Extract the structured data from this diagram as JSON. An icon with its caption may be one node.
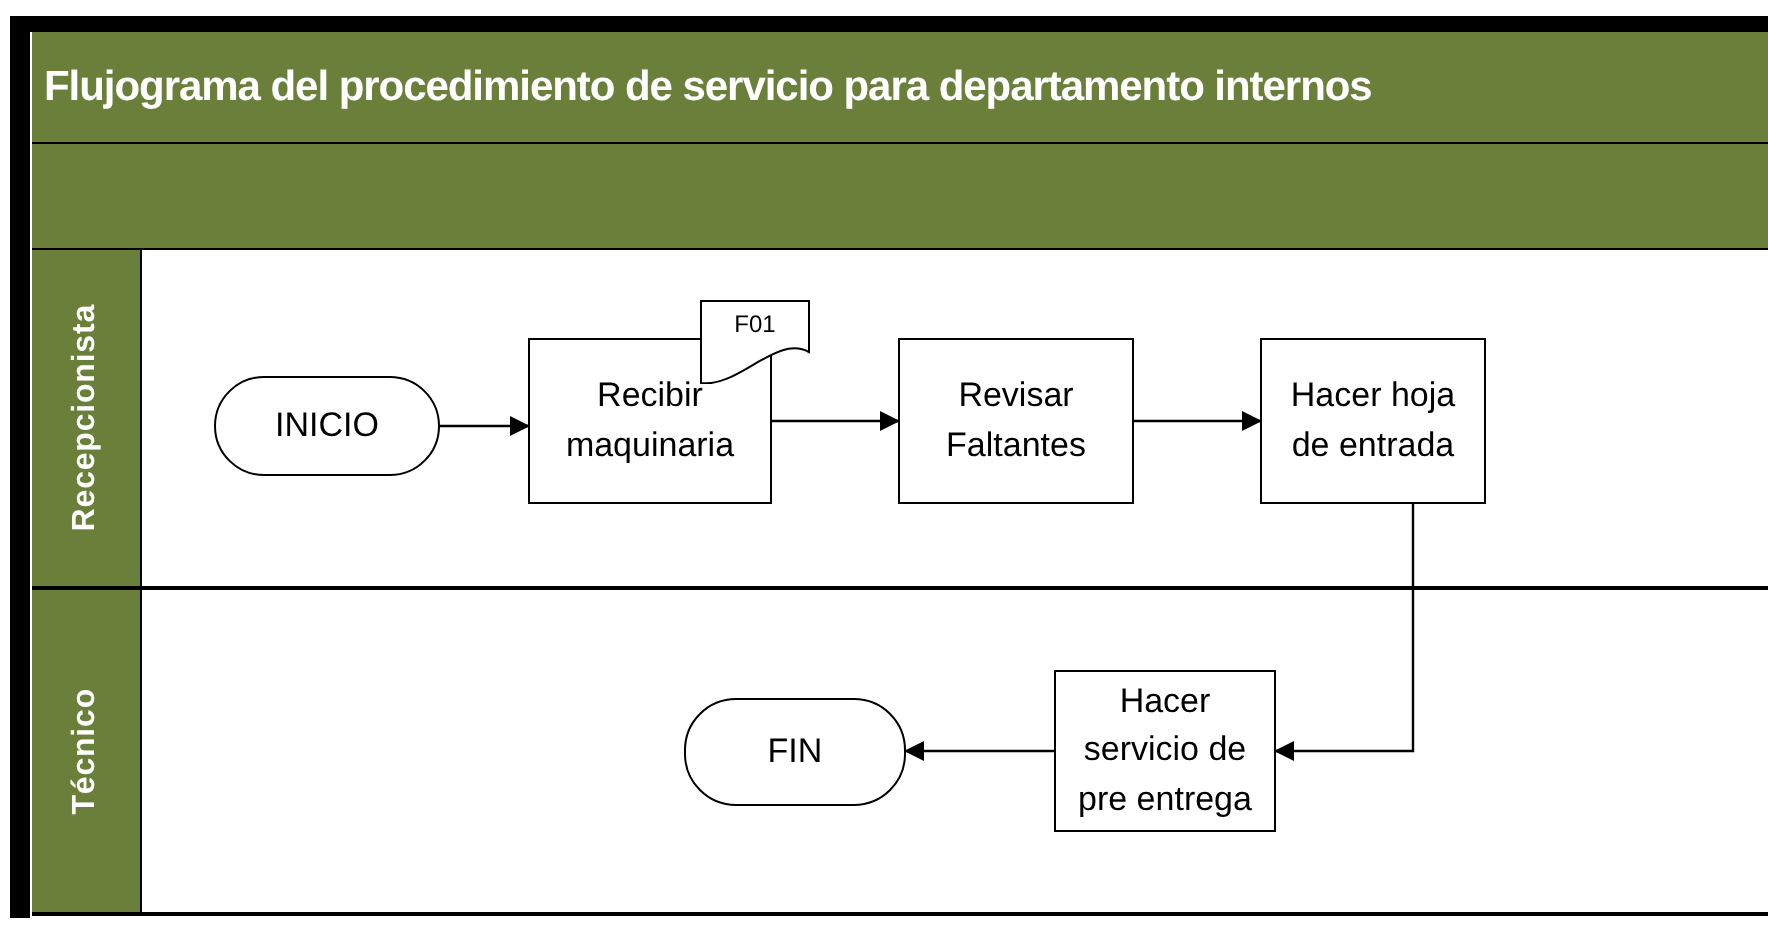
{
  "diagram": {
    "title": "Flujograma del procedimiento de servicio para departamento internos",
    "nodes": [
      {
        "text": [
          "Recepcionista"
        ]
      },
      {
        "text": [
          "Técnico"
        ]
      },
      {
        "text": [
          "INICIO"
        ],
        "in": 0
      },
      {
        "text": [
          "Recibir maquinaria"
        ],
        "in": 0
      },
      {
        "text": [
          "F01"
        ],
        "in": 0
      },
      {
        "text": [
          "Revisar Faltantes"
        ],
        "in": 0
      },
      {
        "text": [
          "Hacer hoja de entrada"
        ],
        "in": 0
      },
      {
        "text": [
          "Hacer servicio de pre entrega"
        ],
        "in": 1
      },
      {
        "text": [
          "FIN"
        ],
        "in": 1
      }
    ],
    "edges": [
      {
        "from": 2,
        "to": 3,
        "arrow": "to"
      },
      {
        "from": 3,
        "to": 5,
        "arrow": "to"
      },
      {
        "from": 5,
        "to": 6,
        "arrow": "to"
      },
      {
        "from": 6,
        "to": 7,
        "arrow": "to"
      },
      {
        "from": 7,
        "to": 8,
        "arrow": "to"
      }
    ]
  }
}
